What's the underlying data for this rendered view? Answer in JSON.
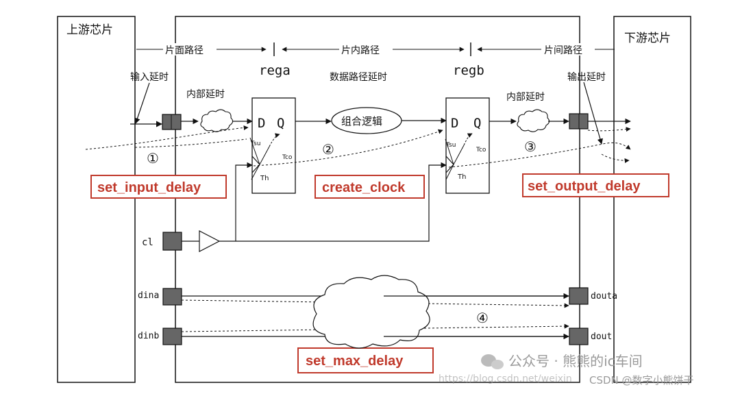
{
  "chips": {
    "upstream": "上游芯片",
    "downstream": "下游芯片"
  },
  "paths": {
    "board_path": "片面路径",
    "inner_path": "片内路径",
    "inter_path": "片间路径",
    "data_path_delay": "数据路径延时"
  },
  "delays": {
    "input_delay": "输入延时",
    "internal_delay_left": "内部延时",
    "internal_delay_right": "内部延时",
    "output_delay": "输出延时"
  },
  "registers": {
    "rega": {
      "name": "rega",
      "d": "D",
      "q": "Q",
      "tsu": "Tsu",
      "tco": "Tco",
      "th": "Th"
    },
    "regb": {
      "name": "regb",
      "d": "D",
      "q": "Q",
      "tsu": "Tsu",
      "tco": "Tco",
      "th": "Th"
    }
  },
  "logic": {
    "comb": "组合逻辑"
  },
  "markers": {
    "m1": "①",
    "m2": "②",
    "m3": "③",
    "m4": "④"
  },
  "constraints": {
    "input": "set_input_delay",
    "clock": "create_clock",
    "output": "set_output_delay",
    "max": "set_max_delay"
  },
  "ports": {
    "cl": "cl",
    "dina": "dina",
    "dinb": "dinb",
    "douta": "douta",
    "dout": "dout"
  },
  "watermark": {
    "wechat": "公众号 · 熊熊的ic车间",
    "csdn": "CSDN @数字小熊饼干",
    "blog": "https://blog.csdn.net/weixin"
  },
  "colors": {
    "accent_red": "#c0392b",
    "line": "#111111",
    "port_fill": "#666666"
  }
}
